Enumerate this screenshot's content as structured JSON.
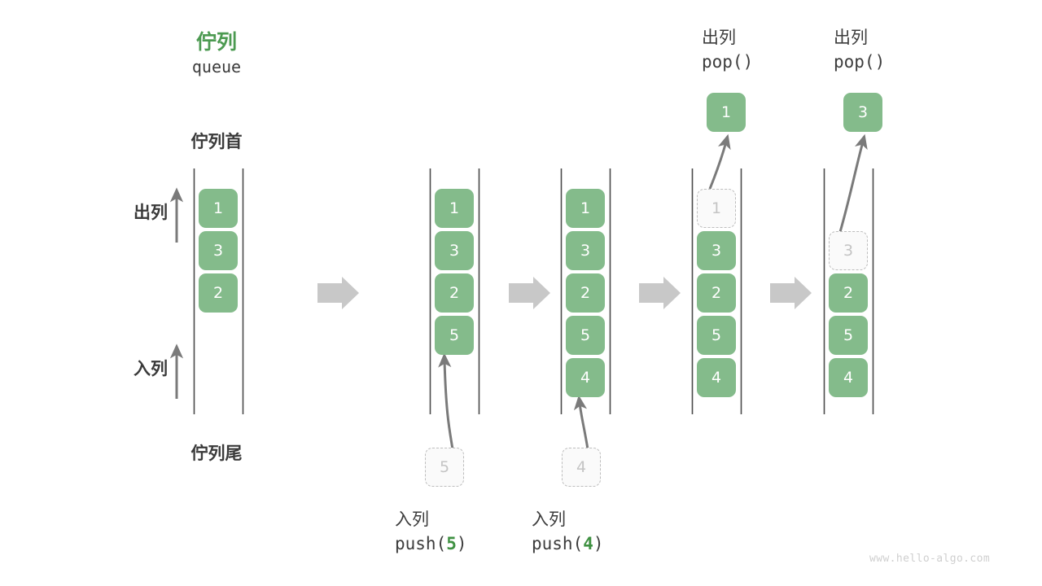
{
  "diagram": {
    "title_cn": "佇列",
    "title_code": "queue",
    "head_label": "佇列首",
    "tail_label": "佇列尾",
    "dequeue_label": "出列",
    "enqueue_label": "入列",
    "watermark": "www.hello-algo.com",
    "colors": {
      "element_fill": "#84BB8B",
      "element_text": "#FFFFFF",
      "ghost_fill": "#FAFAFA",
      "ghost_border": "#BDBDBD",
      "ghost_text": "#C4C4C4",
      "rail": "#4A4A4A",
      "arrow_gray": "#7A7A7A",
      "big_arrow": "#C8C8C8",
      "title_green": "#4C9A51",
      "arg_green": "#3F9142",
      "text_dark": "#3C3C3C",
      "watermark": "#CFCFCF"
    }
  },
  "steps": [
    {
      "id": "initial",
      "cells": [
        "1",
        "3",
        "2"
      ],
      "ghost_index": null,
      "caption_cn": null,
      "caption_code": null,
      "caption_arg": null,
      "popped_value": null
    },
    {
      "id": "push-5",
      "cells": [
        "1",
        "3",
        "2",
        "5"
      ],
      "ghost_index": null,
      "caption_cn": "入列",
      "caption_code_prefix": "push(",
      "caption_arg": "5",
      "caption_code_suffix": ")",
      "incoming_value": "5",
      "popped_value": null
    },
    {
      "id": "push-4",
      "cells": [
        "1",
        "3",
        "2",
        "5",
        "4"
      ],
      "ghost_index": null,
      "caption_cn": "入列",
      "caption_code_prefix": "push(",
      "caption_arg": "4",
      "caption_code_suffix": ")",
      "incoming_value": "4",
      "popped_value": null
    },
    {
      "id": "pop-1",
      "cells": [
        "1",
        "3",
        "2",
        "5",
        "4"
      ],
      "ghost_index": 0,
      "caption_cn": "出列",
      "caption_code_prefix": "pop(",
      "caption_arg": "",
      "caption_code_suffix": ")",
      "popped_value": "1"
    },
    {
      "id": "pop-3",
      "cells": [
        "",
        "3",
        "2",
        "5",
        "4"
      ],
      "ghost_index": 1,
      "caption_cn": "出列",
      "caption_code_prefix": "pop(",
      "caption_arg": "",
      "caption_code_suffix": ")",
      "popped_value": "3"
    }
  ]
}
